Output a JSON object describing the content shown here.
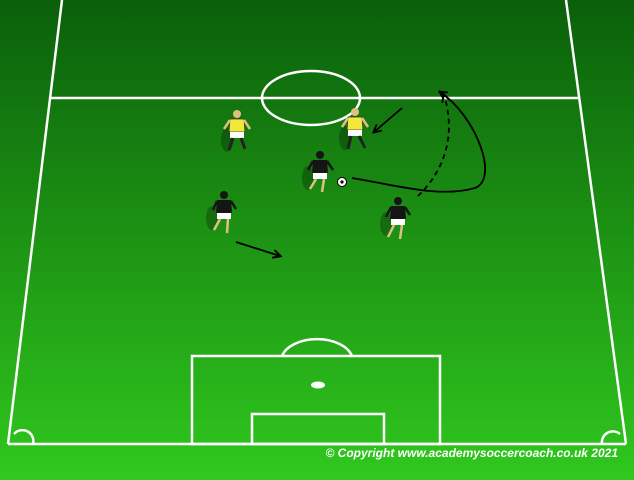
{
  "pitch": {
    "colors": {
      "grass_top": "#0a5f0a",
      "grass_bottom": "#2ec51c",
      "lines": "#ffffff",
      "run_arrows": "#000000",
      "team_yellow": "#f1e83a",
      "team_black": "#151515"
    }
  },
  "players": [
    {
      "team": "yellow",
      "icon": "player-yellow-icon"
    },
    {
      "team": "yellow",
      "icon": "player-yellow-icon"
    },
    {
      "team": "black",
      "icon": "player-black-icon"
    },
    {
      "team": "black",
      "icon": "player-black-icon"
    },
    {
      "team": "black",
      "icon": "player-black-icon"
    }
  ],
  "ball": {
    "icon": "soccer-ball-icon"
  },
  "footer": {
    "copyright": "© Copyright www.academysoccercoach.co.uk 2021"
  }
}
